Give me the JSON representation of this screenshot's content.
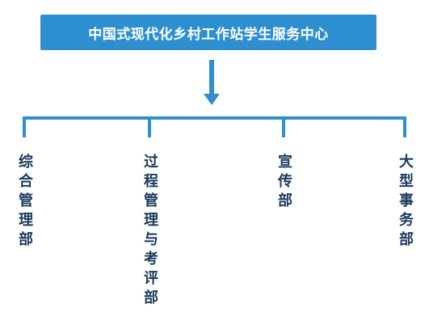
{
  "title": "中国式现代化乡村工作站学生服务中心",
  "departments": [
    {
      "label": "综合管理部"
    },
    {
      "label": "过程管理与考评部"
    },
    {
      "label": "宣传部"
    },
    {
      "label": "大型事务部"
    }
  ],
  "colors": {
    "box_fill": "#2e8fd0",
    "box_text": "#ffffff",
    "line": "#2e8fd0",
    "label_text": "#1a3a5c"
  }
}
